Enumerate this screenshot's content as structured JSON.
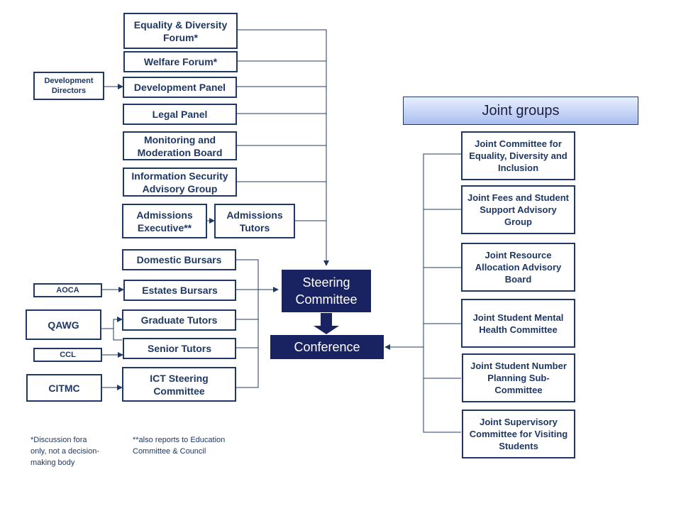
{
  "left_column": [
    {
      "id": "edf",
      "label": "Equality & Diversity Forum*"
    },
    {
      "id": "welfare",
      "label": "Welfare Forum*"
    },
    {
      "id": "dev_panel",
      "label": "Development Panel"
    },
    {
      "id": "legal",
      "label": "Legal Panel"
    },
    {
      "id": "mmb",
      "label": "Monitoring and Moderation Board"
    },
    {
      "id": "isag",
      "label": "Information Security Advisory Group"
    },
    {
      "id": "adm_exec",
      "label": "Admissions Executive**"
    },
    {
      "id": "adm_tutors",
      "label": "Admissions Tutors"
    },
    {
      "id": "dom_bursars",
      "label": "Domestic Bursars"
    },
    {
      "id": "est_bursars",
      "label": "Estates Bursars"
    },
    {
      "id": "grad_tutors",
      "label": "Graduate Tutors"
    },
    {
      "id": "senior_tutors",
      "label": "Senior Tutors"
    },
    {
      "id": "ict",
      "label": "ICT Steering Committee"
    }
  ],
  "feeders": [
    {
      "id": "dev_directors",
      "label": "Development Directors"
    },
    {
      "id": "aoca",
      "label": "AOCA"
    },
    {
      "id": "qawg",
      "label": "QAWG"
    },
    {
      "id": "ccl",
      "label": "CCL"
    },
    {
      "id": "citmc",
      "label": "CITMC"
    }
  ],
  "center": {
    "steering": "Steering Committee",
    "conference": "Conference"
  },
  "joint_groups": {
    "title": "Joint groups",
    "items": [
      "Joint Committee for Equality, Diversity and Inclusion",
      "Joint Fees and Student Support Advisory Group",
      "Joint Resource Allocation Advisory Board",
      "Joint Student Mental Health Committee",
      "Joint Student Number Planning Sub-Committee",
      "Joint Supervisory Committee for Visiting Students"
    ]
  },
  "notes": {
    "note1": "*Discussion fora only, not a decision-making body",
    "note2": "**also reports to Education Committee & Council"
  },
  "colors": {
    "border": "#1f3864",
    "dark_box": "#1a2361",
    "line": "#1f3864"
  }
}
